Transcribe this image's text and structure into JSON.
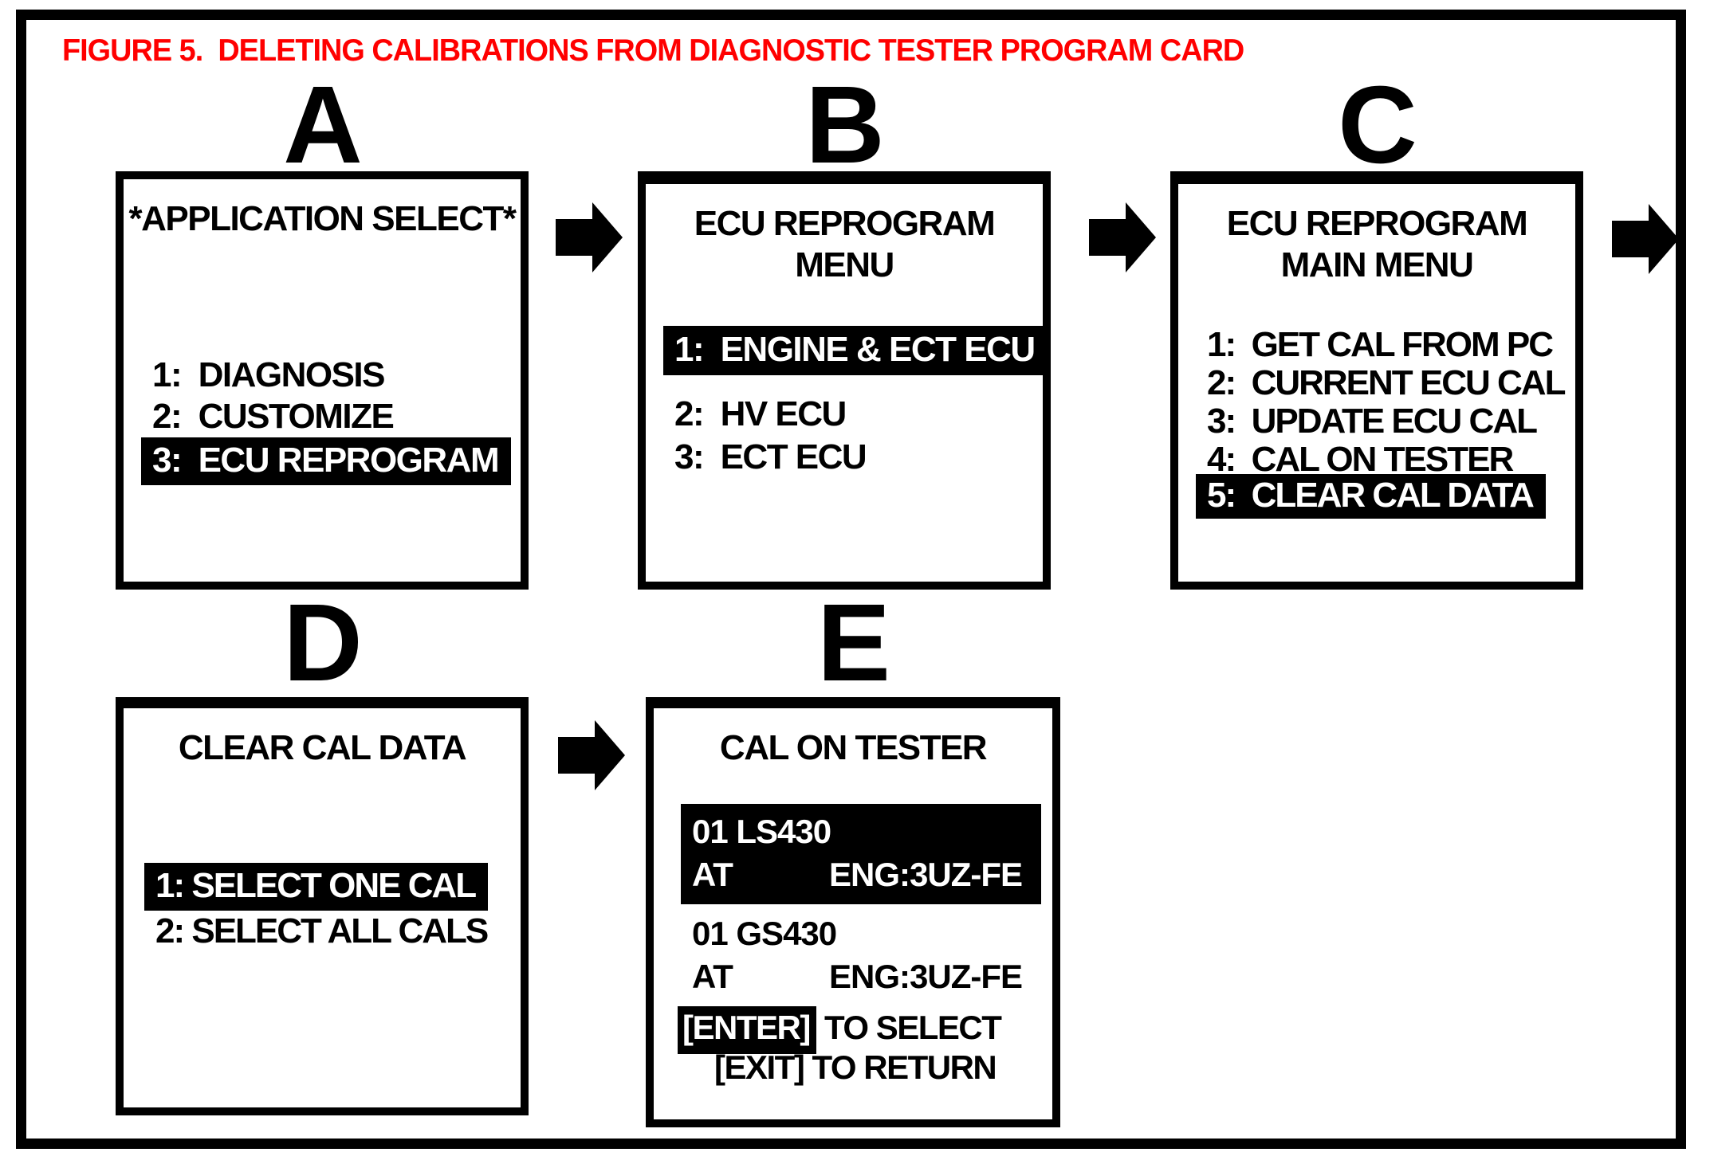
{
  "figure_title": "FIGURE 5.  DELETING CALIBRATIONS FROM DIAGNOSTIC TESTER PROGRAM CARD",
  "colors": {
    "title_red": "#ff0000",
    "ink": "#000000",
    "paper": "#ffffff"
  },
  "icons": {
    "flow_arrow": "right-block-arrow"
  },
  "panels": {
    "a": {
      "letter": "A",
      "screen_title": "*APPLICATION SELECT*",
      "items": [
        {
          "label": "1:  DIAGNOSIS",
          "highlighted": false
        },
        {
          "label": "2:  CUSTOMIZE",
          "highlighted": false
        },
        {
          "label": "3:  ECU REPROGRAM",
          "highlighted": true
        }
      ]
    },
    "b": {
      "letter": "B",
      "screen_title_line1": "ECU REPROGRAM",
      "screen_title_line2": "MENU",
      "items": [
        {
          "label": "1:  ENGINE & ECT ECU",
          "highlighted": true
        },
        {
          "label": "2:  HV ECU",
          "highlighted": false
        },
        {
          "label": "3:  ECT ECU",
          "highlighted": false
        }
      ]
    },
    "c": {
      "letter": "C",
      "screen_title_line1": "ECU REPROGRAM",
      "screen_title_line2": "MAIN MENU",
      "items": [
        {
          "label": "1:  GET CAL FROM PC",
          "highlighted": false
        },
        {
          "label": "2:  CURRENT ECU CAL",
          "highlighted": false
        },
        {
          "label": "3:  UPDATE ECU CAL",
          "highlighted": false
        },
        {
          "label": "4:  CAL ON TESTER",
          "highlighted": false
        },
        {
          "label": "5:  CLEAR CAL DATA",
          "highlighted": true
        }
      ]
    },
    "d": {
      "letter": "D",
      "screen_title": "CLEAR CAL DATA",
      "items": [
        {
          "label": "1: SELECT ONE CAL",
          "highlighted": true
        },
        {
          "label": "2: SELECT ALL CALS",
          "highlighted": false
        }
      ]
    },
    "e": {
      "letter": "E",
      "screen_title": "CAL ON TESTER",
      "cal_entries": [
        {
          "line1": "01 LS430",
          "transmission": "AT",
          "engine": "ENG:3UZ-FE",
          "highlighted": true
        },
        {
          "line1": "01 GS430",
          "transmission": "AT",
          "engine": "ENG:3UZ-FE",
          "highlighted": false
        }
      ],
      "footer": {
        "enter_key": "[ENTER]",
        "enter_text": "TO SELECT",
        "exit_key": "[EXIT]",
        "exit_text": "TO RETURN"
      }
    }
  }
}
